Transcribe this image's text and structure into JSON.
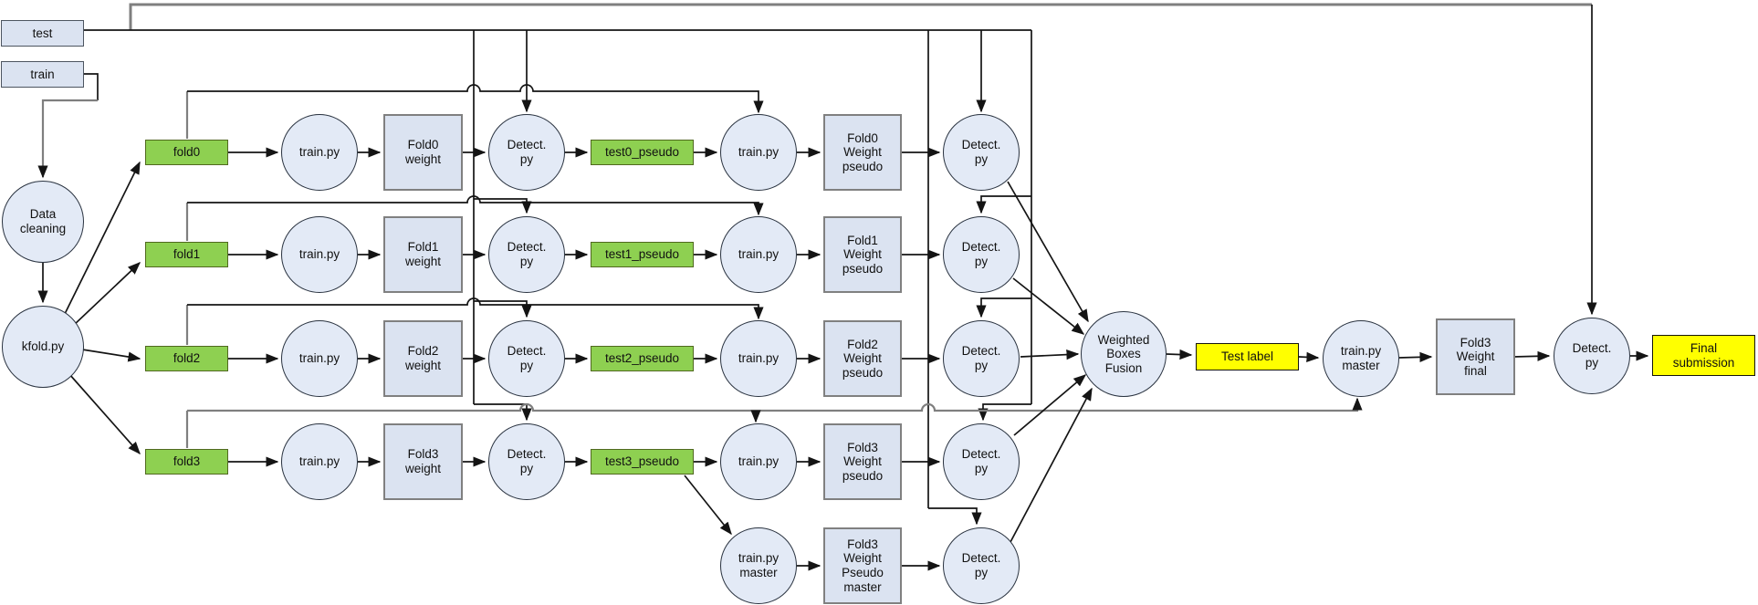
{
  "sources": {
    "test": "test",
    "train": "train"
  },
  "preprocessing": {
    "data_cleaning": "Data\ncleaning",
    "kfold": "kfold.py"
  },
  "folds": [
    {
      "name": "fold0",
      "train": "train.py",
      "weight": "Fold0\nweight",
      "detect": "Detect.\npy",
      "pseudo": "test0_pseudo",
      "train_pseudo": "train.py",
      "weight_pseudo": "Fold0\nWeight\npseudo",
      "detect_pseudo": "Detect.\npy"
    },
    {
      "name": "fold1",
      "train": "train.py",
      "weight": "Fold1\nweight",
      "detect": "Detect.\npy",
      "pseudo": "test1_pseudo",
      "train_pseudo": "train.py",
      "weight_pseudo": "Fold1\nWeight\npseudo",
      "detect_pseudo": "Detect.\npy"
    },
    {
      "name": "fold2",
      "train": "train.py",
      "weight": "Fold2\nweight",
      "detect": "Detect.\npy",
      "pseudo": "test2_pseudo",
      "train_pseudo": "train.py",
      "weight_pseudo": "Fold2\nWeight\npseudo",
      "detect_pseudo": "Detect.\npy"
    },
    {
      "name": "fold3",
      "train": "train.py",
      "weight": "Fold3\nweight",
      "detect": "Detect.\npy",
      "pseudo": "test3_pseudo",
      "train_pseudo": "train.py",
      "weight_pseudo": "Fold3\nWeight\npseudo",
      "detect_pseudo": "Detect.\npy"
    }
  ],
  "master_branch": {
    "train": "train.py\nmaster",
    "weight": "Fold3\nWeight\nPseudo\nmaster",
    "detect": "Detect.\npy"
  },
  "fusion": {
    "node": "Weighted\nBoxes\nFusion",
    "output": "Test label"
  },
  "final_branch": {
    "train": "train.py\nmaster",
    "weight": "Fold3\nWeight\nfinal",
    "detect": "Detect.\npy",
    "output": "Final\nsubmission"
  },
  "colors": {
    "node_fill": "#e3eaf6",
    "box_fill": "#dbe3f1",
    "fold_green": "#8ed051",
    "label_yellow": "#ffff00",
    "line_black": "#141414",
    "line_gray": "#7f7f7f"
  }
}
